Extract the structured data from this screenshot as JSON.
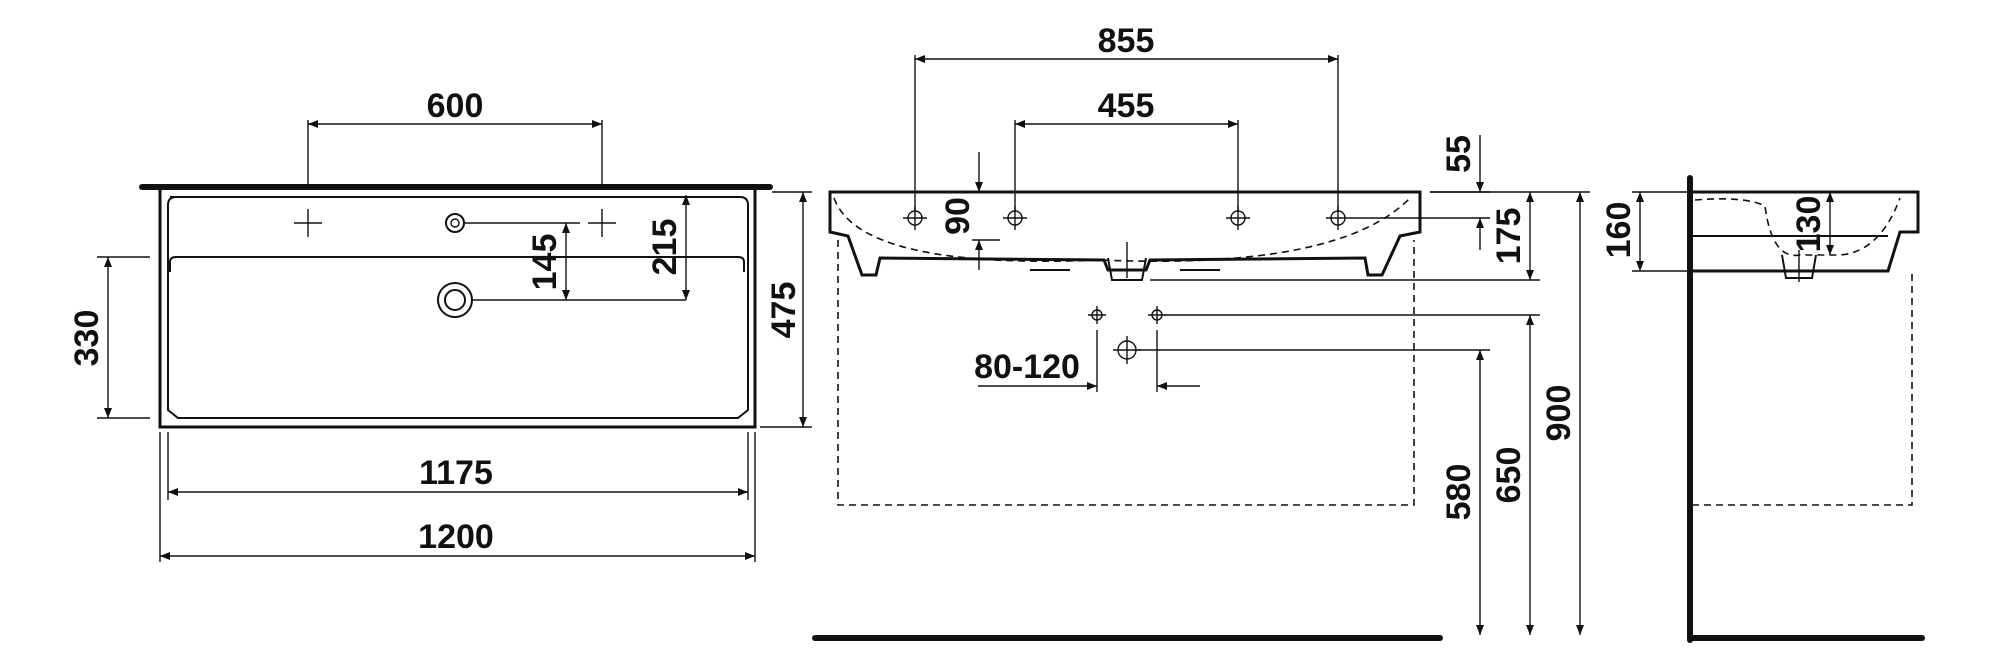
{
  "dimensions": {
    "top_view": {
      "tap_spacing": "600",
      "depth_330": "330",
      "hole_145": "145",
      "hole_215": "215",
      "depth_475": "475",
      "inner_width": "1175",
      "outer_width": "1200"
    },
    "front_view": {
      "tap_spacing_855": "855",
      "tap_spacing_455": "455",
      "thickness_90": "90",
      "edge_55": "55",
      "height_175": "175",
      "waste_spacing": "80-120",
      "height_580": "580",
      "height_650": "650",
      "height_900": "900"
    },
    "side_view": {
      "height_160": "160",
      "height_130": "130"
    }
  }
}
